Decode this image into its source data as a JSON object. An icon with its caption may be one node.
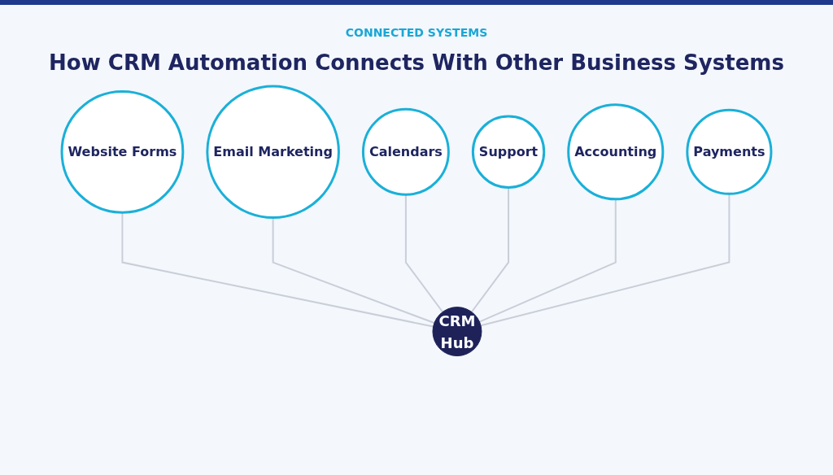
{
  "diagram": {
    "title": "How CRM Automation Connects With Other Business Systems",
    "nodes": [
      {
        "text": [
          "Website Forms"
        ]
      },
      {
        "text": [
          "Email Marketing"
        ]
      },
      {
        "text": [
          "Calendars"
        ]
      },
      {
        "text": [
          "Support"
        ]
      },
      {
        "text": [
          "Accounting"
        ]
      },
      {
        "text": [
          "Payments"
        ]
      },
      {
        "text": [
          "CRM",
          "Hub"
        ]
      }
    ],
    "edges": [
      {
        "from": 6,
        "to": 0,
        "arrow": "none"
      },
      {
        "from": 6,
        "to": 1,
        "arrow": "none"
      },
      {
        "from": 6,
        "to": 2,
        "arrow": "none"
      },
      {
        "from": 6,
        "to": 3,
        "arrow": "none"
      },
      {
        "from": 6,
        "to": 4,
        "arrow": "none"
      },
      {
        "from": 6,
        "to": 5,
        "arrow": "none"
      }
    ],
    "labels": [
      "CONNECTED SYSTEMS"
    ]
  }
}
